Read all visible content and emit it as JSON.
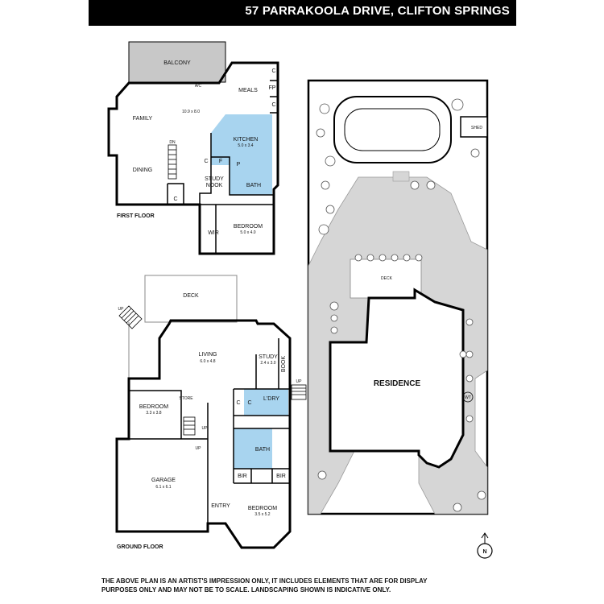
{
  "header": {
    "title": "57 PARRAKOOLA DRIVE, CLIFTON SPRINGS"
  },
  "colors": {
    "wet_area": "#a8d4ef",
    "balcony": "#c8c8c8",
    "landscape": "#d6d6d6",
    "wall": "#000000"
  },
  "first_floor": {
    "label": "FIRST FLOOR",
    "rooms": {
      "balcony": "BALCONY",
      "meals": "MEALS",
      "family": "FAMILY",
      "family_dims": "10.9 x 8.0",
      "kitchen": "KITCHEN",
      "kitchen_dims": "5.0 x 3.4",
      "dining": "DINING",
      "study_nook_1": "STUDY",
      "study_nook_2": "NOOK",
      "bath": "BATH",
      "bedroom": "BEDROOM",
      "bedroom_dims": "5.0 x 4.0",
      "wir": "WIR"
    },
    "marks": {
      "c": "C",
      "fp": "FP",
      "f": "F",
      "p": "P",
      "ac": "A/C",
      "dn": "DN"
    }
  },
  "ground_floor": {
    "label": "GROUND FLOOR",
    "rooms": {
      "deck": "DECK",
      "living": "LIVING",
      "living_dims": "6.0 x 4.8",
      "study": "STUDY",
      "study_dims": "2.4 x 3.0",
      "book": "BOOK",
      "bedroom_left": "BEDROOM",
      "bedroom_left_dims": "3.3 x 3.8",
      "store": "STORE",
      "laundry": "L'DRY",
      "bath": "BATH",
      "garage": "GARAGE",
      "garage_dims": "6.1 x 6.1",
      "entry": "ENTRY",
      "bedroom_front": "BEDROOM",
      "bedroom_front_dims": "3.5 x 5.2",
      "bir": "BIR"
    },
    "marks": {
      "c": "C",
      "up": "UP"
    }
  },
  "site": {
    "shed": "SHED",
    "deck": "DECK",
    "residence": "RESIDENCE",
    "wt": "WT",
    "north": "N"
  },
  "disclaimer": "THE ABOVE PLAN IS AN ARTIST'S IMPRESSION ONLY, IT INCLUDES ELEMENTS THAT ARE FOR DISPLAY PURPOSES ONLY AND MAY NOT BE TO SCALE. LANDSCAPING SHOWN IS INDICATIVE ONLY."
}
